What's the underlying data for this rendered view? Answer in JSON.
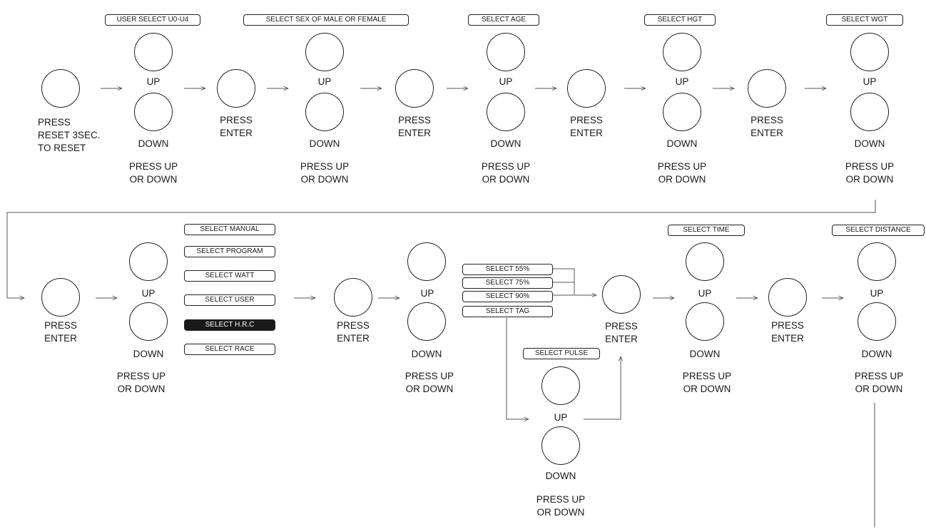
{
  "steps": {
    "reset": {
      "press_text_1": "PRESS",
      "press_text_2": "RESET 3SEC.",
      "press_text_3": "TO RESET"
    },
    "user": {
      "label": "USER SELECT U0-U4",
      "up": "UP",
      "down": "DOWN",
      "instr_1": "PRESS UP",
      "instr_2": "OR DOWN"
    },
    "enter1": {
      "line_1": "PRESS",
      "line_2": "ENTER"
    },
    "sex": {
      "label": "SELECT SEX OF MALE OR FEMALE",
      "up": "UP",
      "down": "DOWN",
      "instr_1": "PRESS UP",
      "instr_2": "OR DOWN"
    },
    "enter2": {
      "line_1": "PRESS",
      "line_2": "ENTER"
    },
    "age": {
      "label": "SELECT AGE",
      "up": "UP",
      "down": "DOWN",
      "instr_1": "PRESS UP",
      "instr_2": "OR DOWN"
    },
    "enter3": {
      "line_1": "PRESS",
      "line_2": "ENTER"
    },
    "hgt": {
      "label": "SELECT HGT",
      "up": "UP",
      "down": "DOWN",
      "instr_1": "PRESS UP",
      "instr_2": "OR DOWN"
    },
    "enter4": {
      "line_1": "PRESS",
      "line_2": "ENTER"
    },
    "wgt": {
      "label": "SELECT WGT",
      "up": "UP",
      "down": "DOWN",
      "instr_1": "PRESS UP",
      "instr_2": "OR DOWN"
    },
    "enter5": {
      "line_1": "PRESS",
      "line_2": "ENTER"
    },
    "mode": {
      "up": "UP",
      "down": "DOWN",
      "instr_1": "PRESS UP",
      "instr_2": "OR DOWN"
    },
    "mode_options": [
      "SELECT MANUAL",
      "SELECT PROGRAM",
      "SELECT WATT",
      "SELECT USER",
      "SELECT H.R.C",
      "SELECT RACE"
    ],
    "mode_selected": "SELECT H.R.C",
    "enter6": {
      "line_1": "PRESS",
      "line_2": "ENTER"
    },
    "hrc": {
      "up": "UP",
      "down": "DOWN",
      "instr_1": "PRESS UP",
      "instr_2": "OR DOWN"
    },
    "hrc_options": [
      "SELECT 55%",
      "SELECT 75%",
      "SELECT 90%",
      "SELECT TAG"
    ],
    "pulse": {
      "label": "SELECT PULSE",
      "up": "UP",
      "down": "DOWN",
      "instr_1": "PRESS UP",
      "instr_2": "OR DOWN"
    },
    "enter7": {
      "line_1": "PRESS",
      "line_2": "ENTER"
    },
    "time": {
      "label": "SELECT TIME",
      "up": "UP",
      "down": "DOWN",
      "instr_1": "PRESS UP",
      "instr_2": "OR DOWN"
    },
    "enter8": {
      "line_1": "PRESS",
      "line_2": "ENTER"
    },
    "distance": {
      "label": "SELECT DISTANCE",
      "up": "UP",
      "down": "DOWN",
      "instr_1": "PRESS UP",
      "instr_2": "OR DOWN"
    }
  },
  "colors": {
    "ink": "#1a1a1a",
    "line": "#555555",
    "highlight_bg": "#1a1a1a",
    "highlight_text": "#ffffff"
  }
}
